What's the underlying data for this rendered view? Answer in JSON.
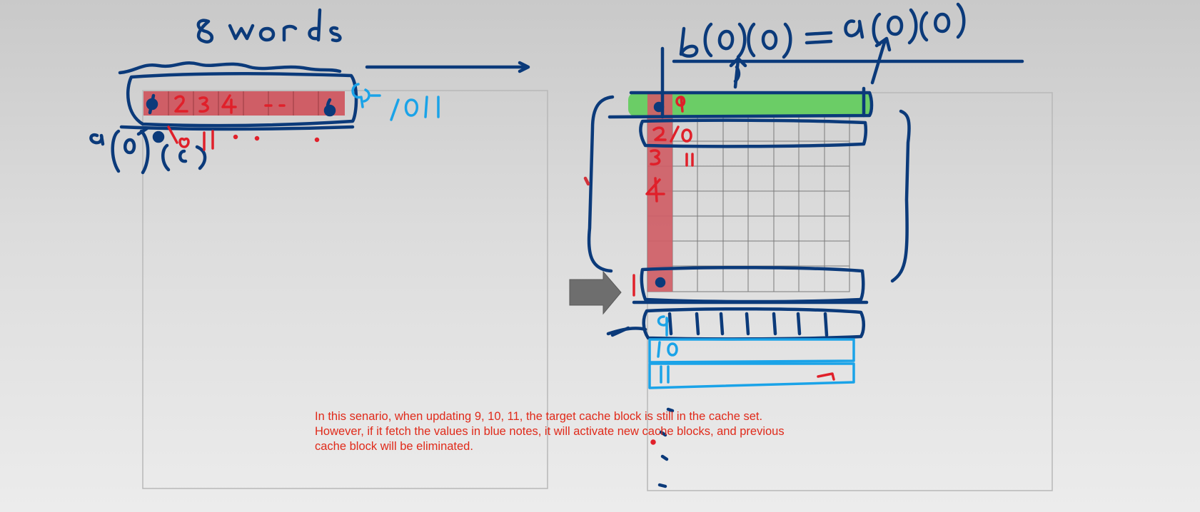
{
  "annotations": {
    "title_words": "8 words",
    "assign": "b[0][0] = a[0][0]",
    "a_label": "a[0][0]",
    "top_row_digits": [
      "1",
      "2",
      "3",
      "4",
      "-",
      "-",
      "-"
    ],
    "blue_seq": "9/0 11",
    "red_seq": "9/0 11",
    "col_nums": [
      "1",
      "2",
      "3",
      "4",
      "1"
    ],
    "col2_nums": [
      "9",
      "/0",
      "11"
    ],
    "blue_rows": [
      "9",
      "10",
      "11"
    ]
  },
  "caption": {
    "line1": "In this senario, when updating 9, 10, 11, the target cache block is still in the cache set.",
    "line2": "However, if it fetch the values in blue notes, it will activate new cache blocks, and previous",
    "line3": "cache block will be eliminated."
  },
  "colors": {
    "ink_dark_blue": "#0b3a7a",
    "ink_light_blue": "#1aa3e8",
    "red": "#d2323a",
    "red_cells": "#cf5e66",
    "green": "#5fcc5a",
    "panel_border": "#b8b8b8",
    "caption": "#e02a1a"
  },
  "icons": [
    "right-arrow-icon"
  ]
}
